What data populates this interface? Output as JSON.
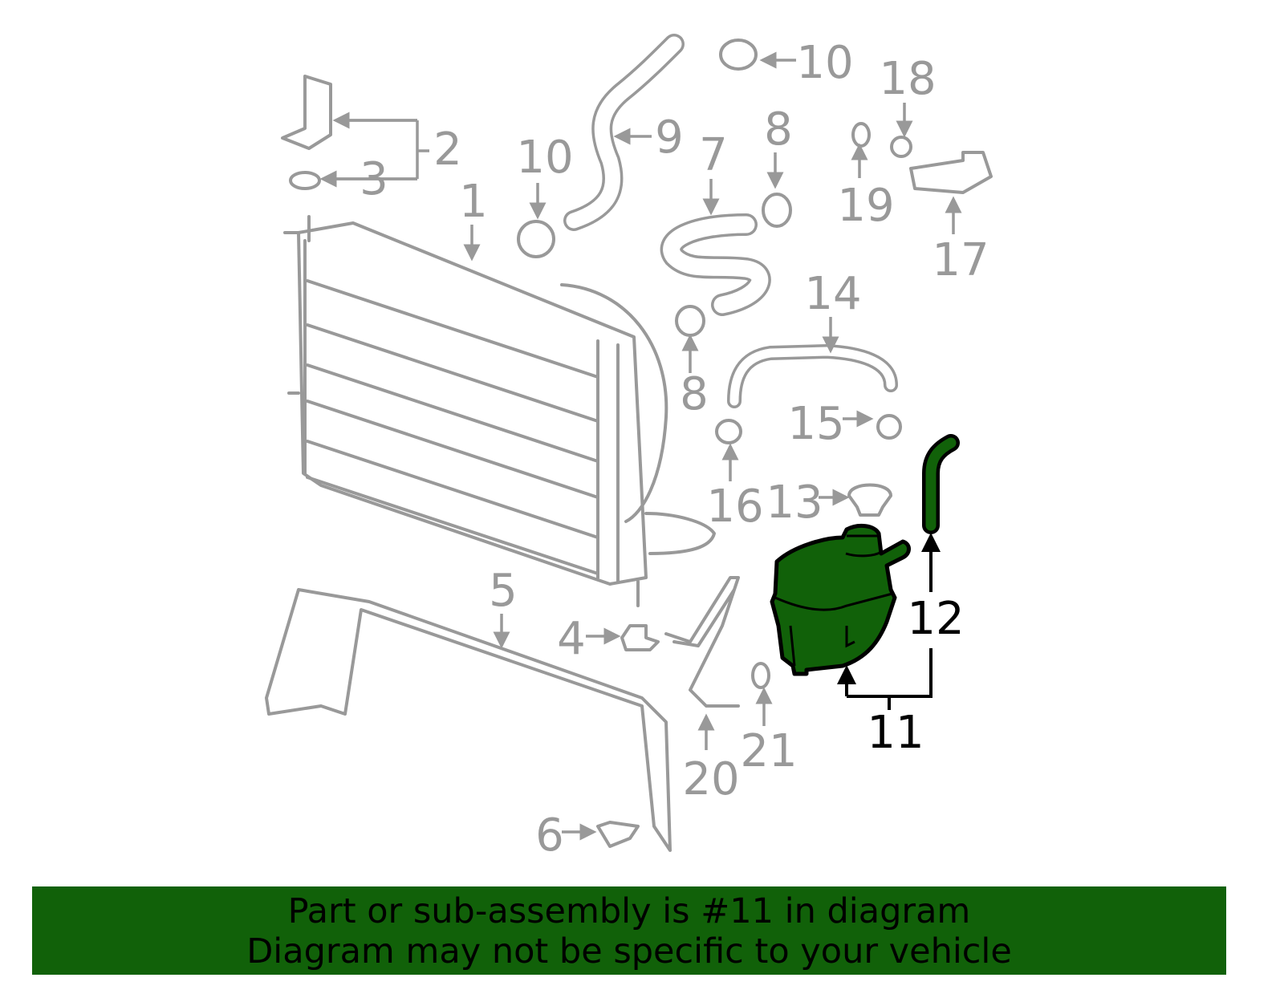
{
  "diagram": {
    "highlight_color": "#116109",
    "callouts": {
      "c1": "1",
      "c2": "2",
      "c3": "3",
      "c4": "4",
      "c5": "5",
      "c6": "6",
      "c7": "7",
      "c8a": "8",
      "c8b": "8",
      "c9": "9",
      "c10a": "10",
      "c10b": "10",
      "c11": "11",
      "c12": "12",
      "c13": "13",
      "c14": "14",
      "c15": "15",
      "c16": "16",
      "c17": "17",
      "c18": "18",
      "c19": "19",
      "c20": "20",
      "c21": "21"
    }
  },
  "banner": {
    "line1": "Part or sub-assembly is #11 in diagram",
    "line2": "Diagram may not be specific to your vehicle"
  }
}
